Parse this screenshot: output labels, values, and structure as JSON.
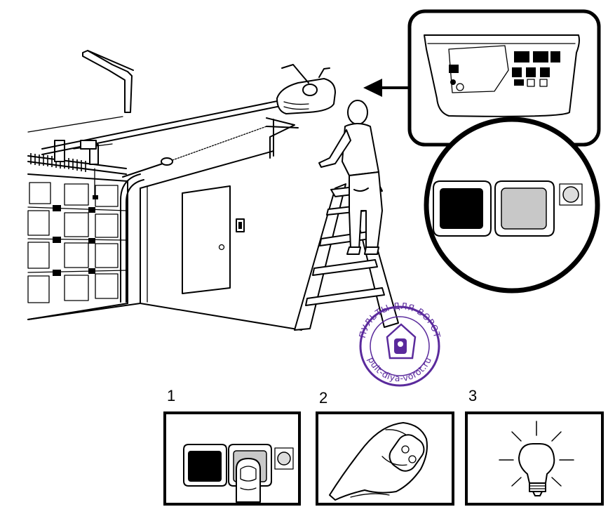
{
  "steps": [
    {
      "number": "1",
      "action": "press-learn-button"
    },
    {
      "number": "2",
      "action": "press-remote-button"
    },
    {
      "number": "3",
      "action": "light-blinks"
    }
  ],
  "watermark": {
    "text_top": "ПУЛЬТЫ ДЛЯ ВОРОТ",
    "text_bottom": "pult-dlya-vorot.ru",
    "color": "#5a2a9c"
  },
  "colors": {
    "ink": "#000000",
    "learn_button": "#000000",
    "middle_button": "#c8c8c8",
    "led": "#dddddd"
  },
  "icons": [
    "arrow-left-icon",
    "light-bulb-icon",
    "finger-icon",
    "hand-remote-icon"
  ]
}
